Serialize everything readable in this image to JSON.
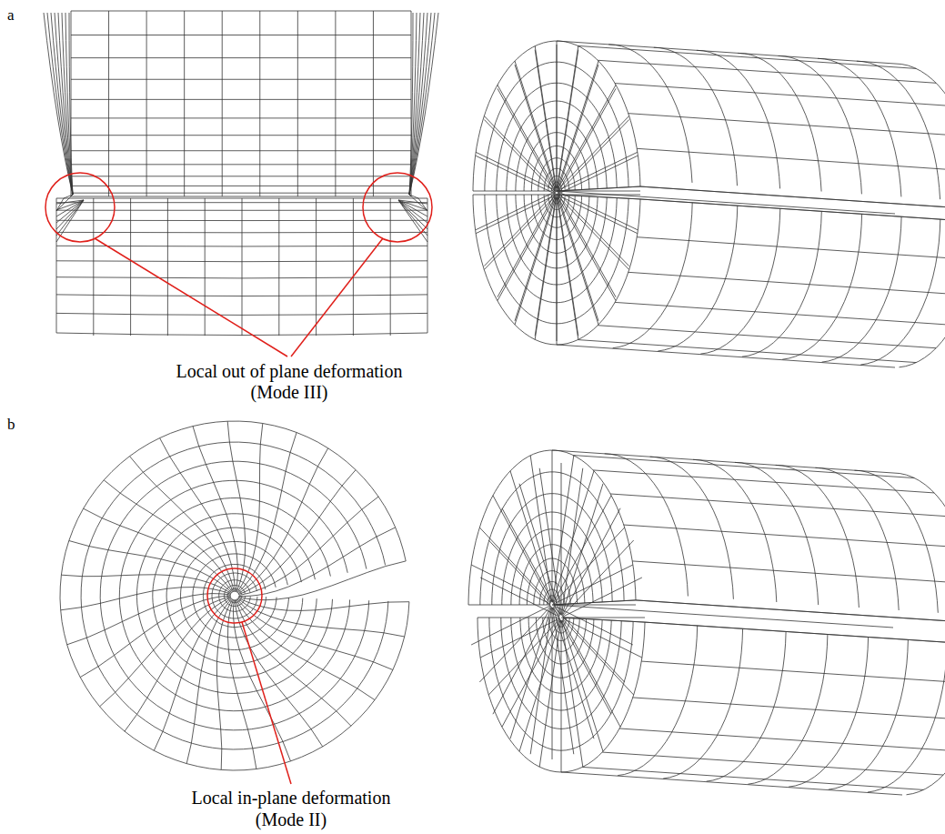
{
  "diagram": {
    "labels": [
      "a",
      "Local out of plane deformation",
      "(Mode III)",
      "b",
      "Local in-plane deformation",
      "(Mode II)"
    ]
  }
}
